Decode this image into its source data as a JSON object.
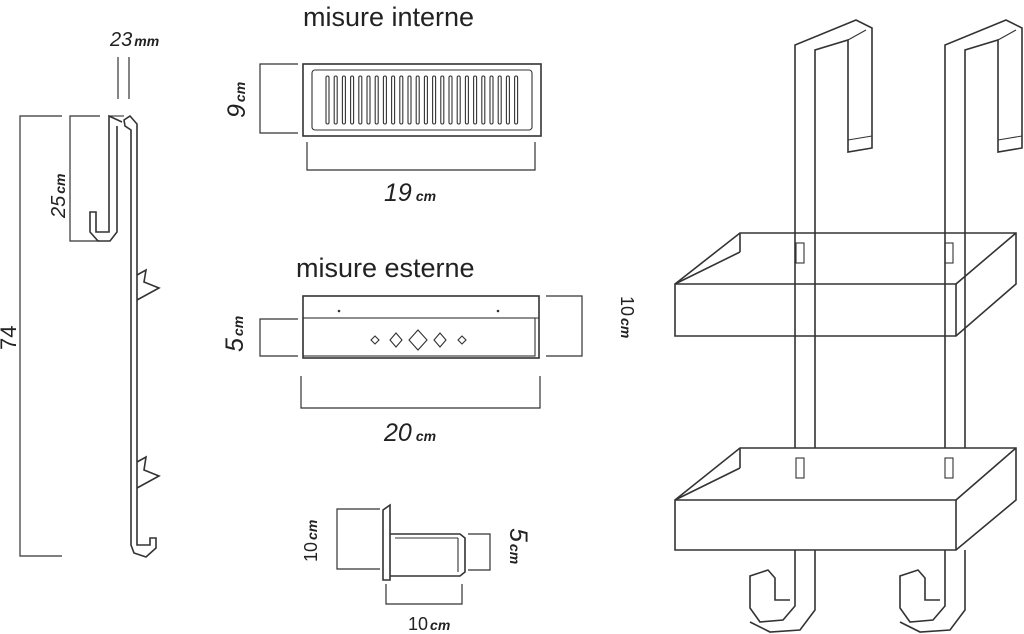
{
  "headings": {
    "interne": "misure interne",
    "esterne": "misure esterne"
  },
  "dimensions": {
    "thickness": {
      "value": "23",
      "unit": "mm"
    },
    "hook_length": {
      "value": "25",
      "unit": "cm"
    },
    "total_height": {
      "value": "74",
      "unit": ""
    },
    "inner_depth": {
      "value": "9",
      "unit": "cm"
    },
    "inner_width": {
      "value": "19",
      "unit": "cm"
    },
    "outer_height_front": {
      "value": "5",
      "unit": "cm"
    },
    "outer_height_back": {
      "value": "10",
      "unit": "cm"
    },
    "outer_width": {
      "value": "20",
      "unit": "cm"
    },
    "side_height": {
      "value": "10",
      "unit": "cm"
    },
    "side_front": {
      "value": "5",
      "unit": "cm"
    },
    "side_depth": {
      "value": "10",
      "unit": "cm"
    }
  }
}
